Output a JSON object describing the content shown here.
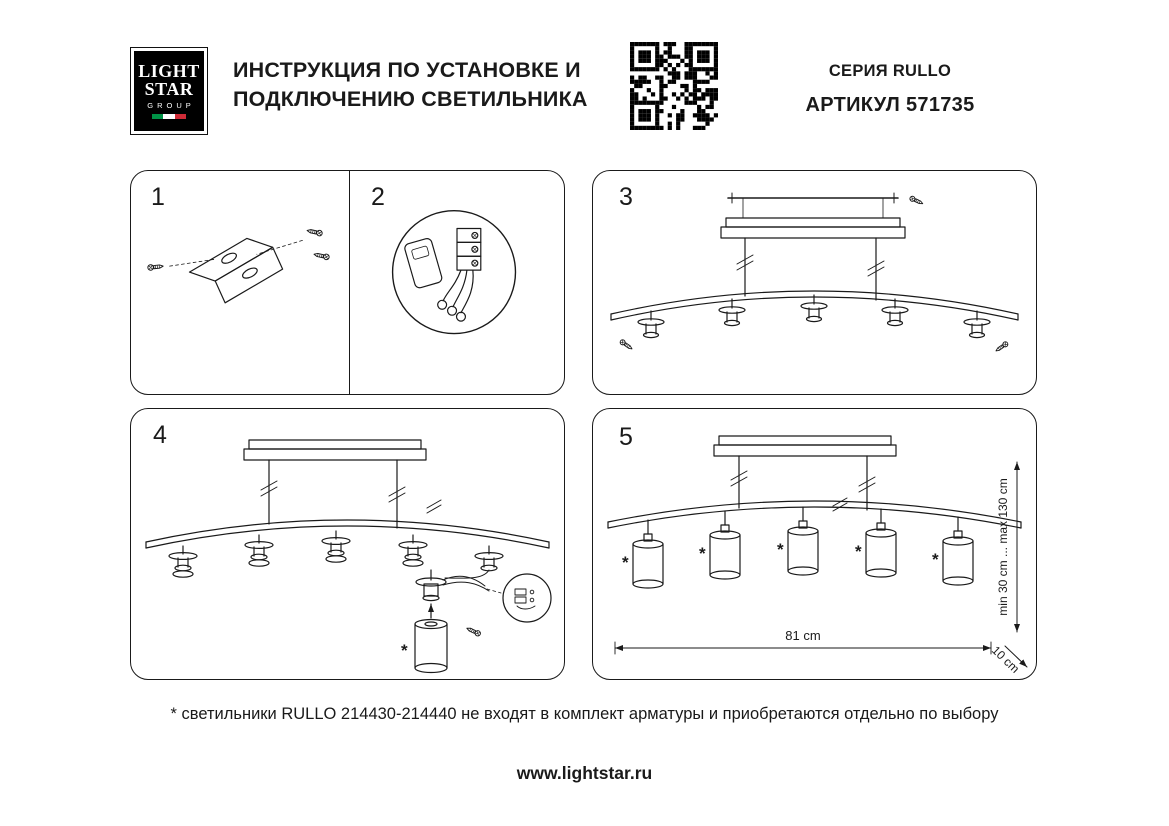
{
  "header": {
    "logo": {
      "line1": "LIGHT",
      "line2": "STAR",
      "line3": "GROUP"
    },
    "title": {
      "line1": "ИНСТРУКЦИЯ ПО УСТАНОВКЕ И",
      "line2": "ПОДКЛЮЧЕНИЮ СВЕТИЛЬНИКА"
    },
    "series": "СЕРИЯ RULLO",
    "article": "АРТИКУЛ 571735"
  },
  "steps": {
    "s1": "1",
    "s2": "2",
    "s3": "3",
    "s4": "4",
    "s5": "5"
  },
  "annotations": {
    "asterisk": "*",
    "width": "81 cm",
    "height_range": "min 30 cm ... max 130 cm",
    "depth": "10 cm"
  },
  "footnote": "* светильники RULLO 214430-214440 не входят в комплект арматуры и приобретаются отдельно по выбору",
  "footer": {
    "url": "www.lightstar.ru"
  },
  "colors": {
    "ink": "#1a1a1a",
    "flag_green": "#009246",
    "flag_white": "#ffffff",
    "flag_red": "#ce2b37"
  }
}
